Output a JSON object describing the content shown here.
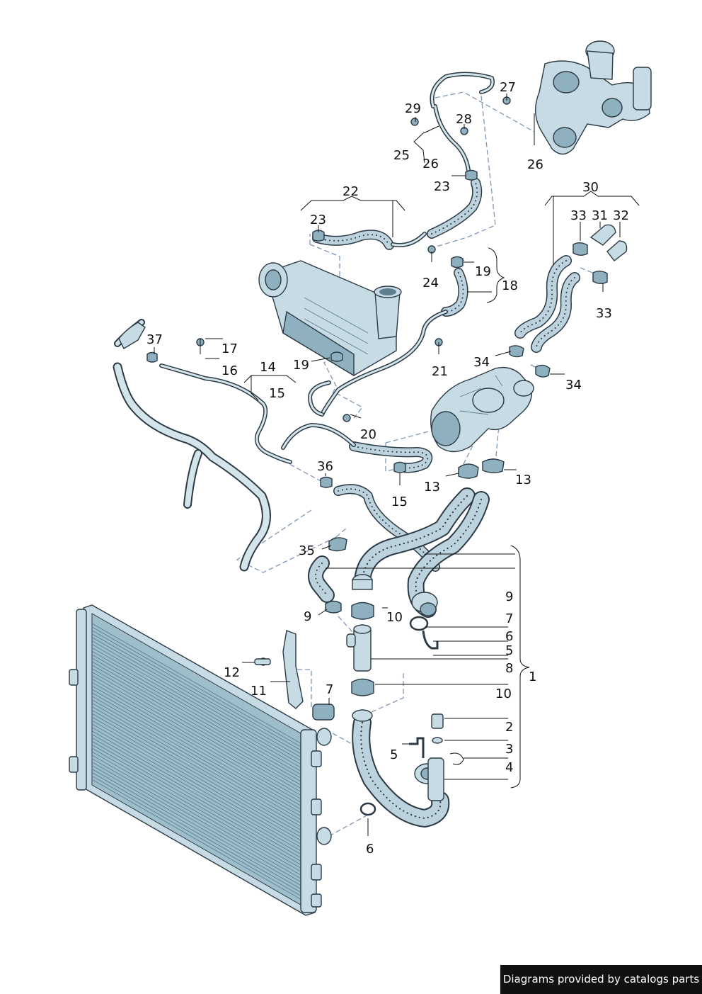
{
  "diagram": {
    "labels": [
      {
        "key": "l1",
        "text": "1"
      },
      {
        "key": "l2",
        "text": "2"
      },
      {
        "key": "l3",
        "text": "3"
      },
      {
        "key": "l4",
        "text": "4"
      },
      {
        "key": "l5a",
        "text": "5"
      },
      {
        "key": "l5b",
        "text": "5"
      },
      {
        "key": "l6a",
        "text": "6"
      },
      {
        "key": "l6b",
        "text": "6"
      },
      {
        "key": "l7a",
        "text": "7"
      },
      {
        "key": "l7b",
        "text": "7"
      },
      {
        "key": "l8",
        "text": "8"
      },
      {
        "key": "l9a",
        "text": "9"
      },
      {
        "key": "l9b",
        "text": "9"
      },
      {
        "key": "l10a",
        "text": "10"
      },
      {
        "key": "l10b",
        "text": "10"
      },
      {
        "key": "l11",
        "text": "11"
      },
      {
        "key": "l12",
        "text": "12"
      },
      {
        "key": "l13a",
        "text": "13"
      },
      {
        "key": "l13b",
        "text": "13"
      },
      {
        "key": "l14",
        "text": "14"
      },
      {
        "key": "l15a",
        "text": "15"
      },
      {
        "key": "l15b",
        "text": "15"
      },
      {
        "key": "l16",
        "text": "16"
      },
      {
        "key": "l17",
        "text": "17"
      },
      {
        "key": "l18",
        "text": "18"
      },
      {
        "key": "l19a",
        "text": "19"
      },
      {
        "key": "l19b",
        "text": "19"
      },
      {
        "key": "l20",
        "text": "20"
      },
      {
        "key": "l21",
        "text": "21"
      },
      {
        "key": "l22",
        "text": "22"
      },
      {
        "key": "l23a",
        "text": "23"
      },
      {
        "key": "l23b",
        "text": "23"
      },
      {
        "key": "l24",
        "text": "24"
      },
      {
        "key": "l25",
        "text": "25"
      },
      {
        "key": "l26a",
        "text": "26"
      },
      {
        "key": "l26b",
        "text": "26"
      },
      {
        "key": "l27",
        "text": "27"
      },
      {
        "key": "l28",
        "text": "28"
      },
      {
        "key": "l29",
        "text": "29"
      },
      {
        "key": "l30",
        "text": "30"
      },
      {
        "key": "l31",
        "text": "31"
      },
      {
        "key": "l32",
        "text": "32"
      },
      {
        "key": "l33a",
        "text": "33"
      },
      {
        "key": "l33b",
        "text": "33"
      },
      {
        "key": "l34a",
        "text": "34"
      },
      {
        "key": "l34b",
        "text": "34"
      },
      {
        "key": "l35",
        "text": "35"
      },
      {
        "key": "l36",
        "text": "36"
      },
      {
        "key": "l37",
        "text": "37"
      }
    ]
  },
  "footer": {
    "credit": "Diagrams provided by catalogs parts"
  }
}
